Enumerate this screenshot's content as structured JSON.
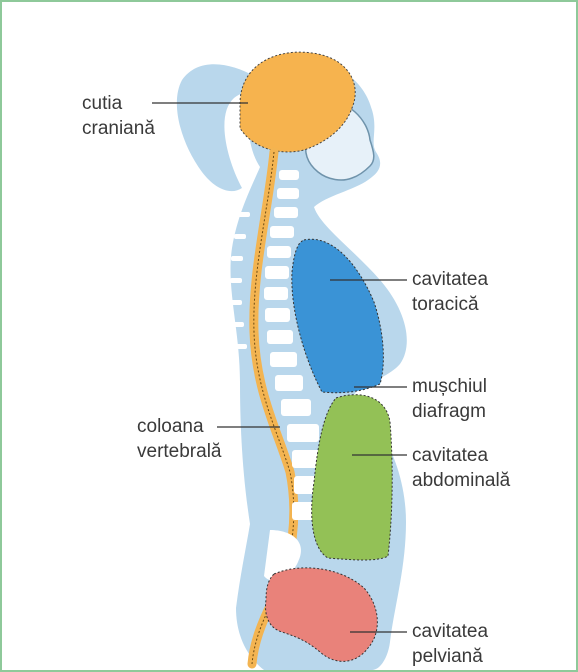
{
  "colors": {
    "frame": "#8ec99a",
    "silhouette": "#b9d7ec",
    "skull": "#f6b34e",
    "spine_cord": "#f3b451",
    "vertebrae": "#ffffff",
    "thoracic": "#3a93d6",
    "abdominal": "#93c156",
    "pelvic": "#e9827a",
    "leader_line": "#333333"
  },
  "labels": {
    "cranial": [
      "cutia",
      "craniană"
    ],
    "thoracic": [
      "cavitatea",
      "toracică"
    ],
    "diaphragm": [
      "mușchiul",
      "diafragm"
    ],
    "spine": [
      "coloana",
      "vertebrală"
    ],
    "abdominal": [
      "cavitatea",
      "abdominală"
    ],
    "pelvic": [
      "cavitatea",
      "pelviană"
    ]
  }
}
